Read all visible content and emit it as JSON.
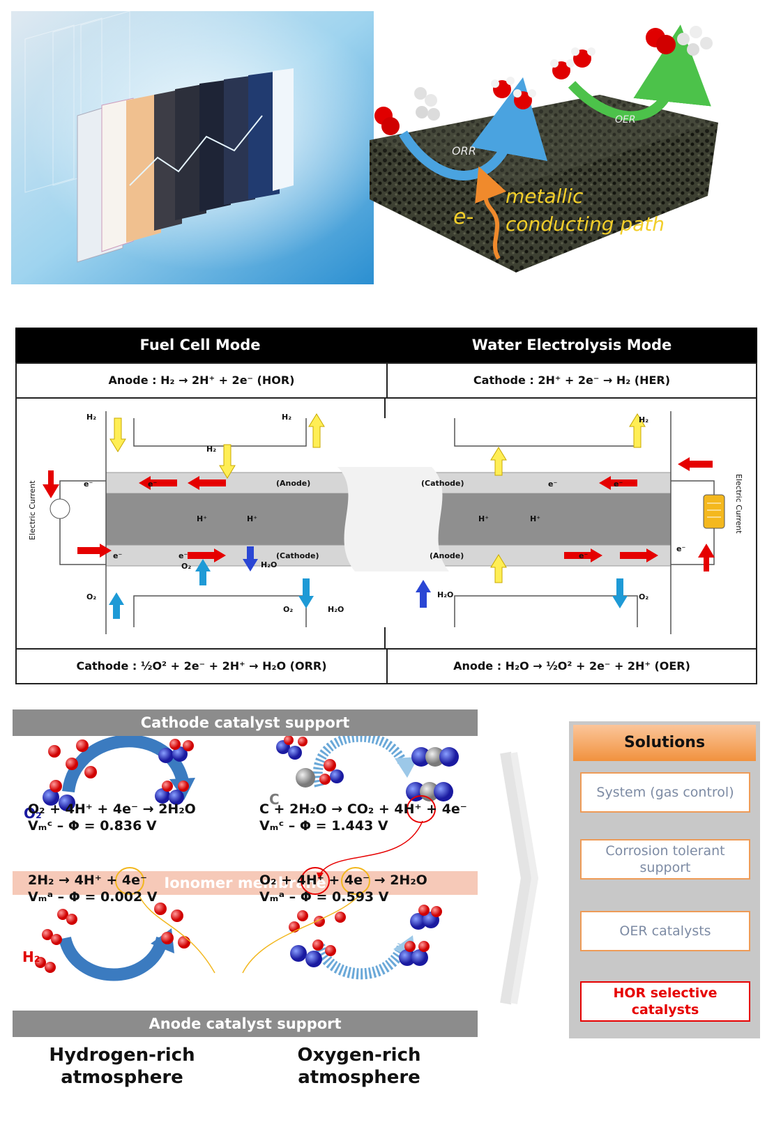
{
  "photos": {
    "fuel_cell_stack": "",
    "porous_catalyst": {
      "orr_label": "ORR",
      "oer_label": "OER",
      "electron_label": "e-",
      "path_line1": "metallic",
      "path_line2": "conducting path"
    }
  },
  "modes": {
    "fuel_cell_title": "Fuel Cell Mode",
    "electrolysis_title": "Water Electrolysis Mode",
    "top_left_eq": "Anode : H₂ → 2H⁺ + 2e⁻ (HOR)",
    "top_right_eq": "Cathode : 2H⁺ + 2e⁻ → H₂ (HER)",
    "bottom_left_eq": "Cathode : ½O² + 2e⁻ + 2H⁺ → H₂O (ORR)",
    "bottom_right_eq": "Anode : H₂O → ½O² + 2e⁻ + 2H⁺ (OER)"
  },
  "cell_diagram": {
    "h2": "H₂",
    "o2": "O₂",
    "h2o": "H₂O",
    "electron": "e⁻",
    "proton": "H⁺",
    "anode": "(Anode)",
    "cathode": "(Cathode)",
    "electric_current": "Electric Current"
  },
  "catalyst": {
    "cathode_band": "Cathode catalyst support",
    "ionomer_band": "Ionomer membrane",
    "anode_band": "Anode catalyst support",
    "o2_label": "O₂",
    "h2_label": "H₂",
    "c_label": "C",
    "eq1": "O₂ + 4H⁺ + 4e⁻ → 2H₂O",
    "v1": "Vₘᶜ – Φ = 0.836 V",
    "eq2": "C + 2H₂O → CO₂ + 4H⁺ + 4e⁻",
    "v2": "Vₘᶜ – Φ = 1.443 V",
    "eq3": "2H₂ → 4H⁺ + 4e⁻",
    "v3": "Vₘᵃ – Φ = 0.002 V",
    "eq4": "O₂ + 4H⁺ + 4e⁻ → 2H₂O",
    "v4": "Vₘᵃ – Φ = 0.593 V",
    "hydrogen_rich": "Hydrogen-rich\natmosphere",
    "oxygen_rich": "Oxygen-rich\natmosphere"
  },
  "solutions": {
    "title": "Solutions",
    "items": [
      "System (gas control)",
      "Corrosion tolerant\nsupport",
      "OER catalysts",
      "HOR selective\ncatalysts"
    ]
  },
  "colors": {
    "arrow_red": "#e50000",
    "arrow_yellow": "#ffee55",
    "arrow_blue": "#1e9ad6",
    "arrow_dark_blue": "#2a46d4",
    "highlight_red": "#e60000",
    "highlight_orange": "#f2b71e"
  }
}
